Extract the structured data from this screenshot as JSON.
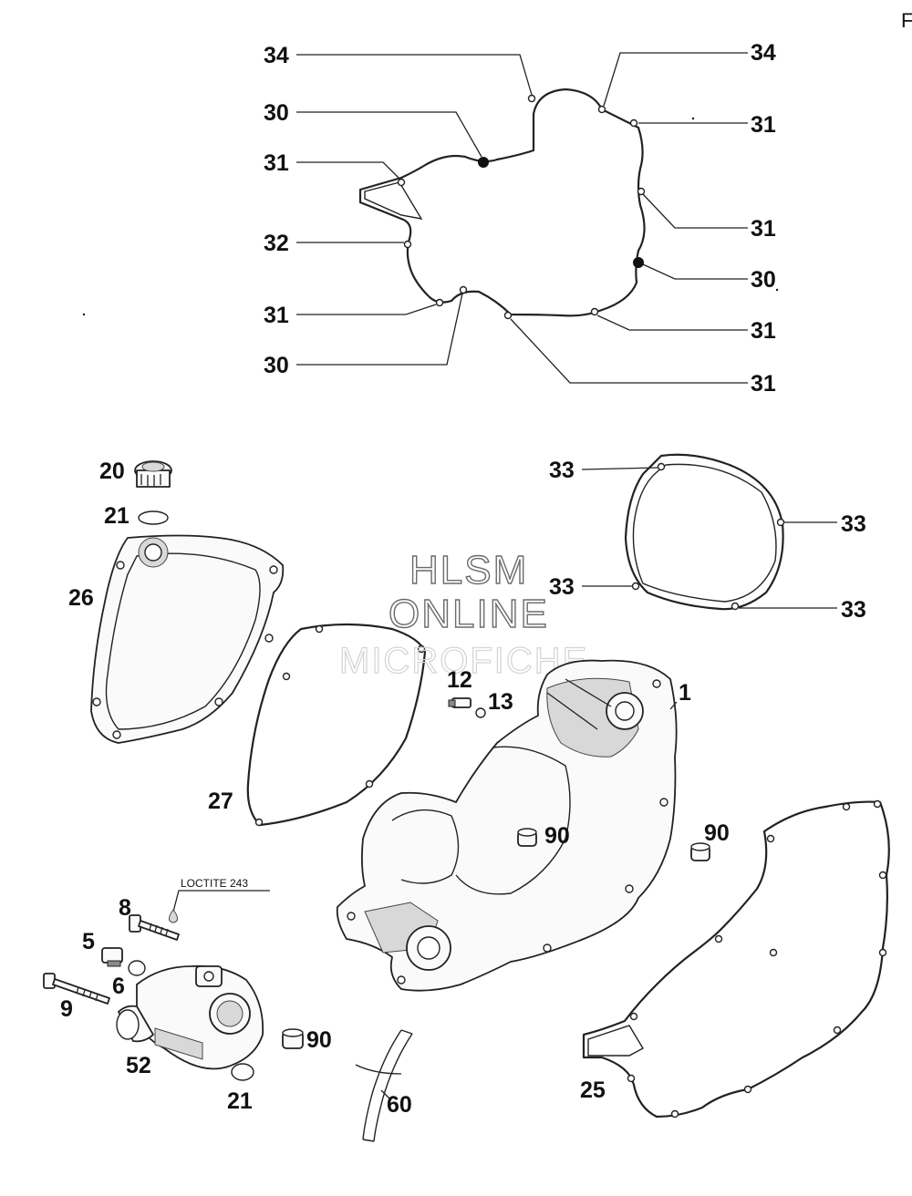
{
  "page": {
    "edge_mark": "F",
    "watermark_lines": [
      "HLSM",
      "ONLINE",
      "MICROFICHE"
    ],
    "note_loctite": "LOCTITE 243"
  },
  "callouts": {
    "c34_left": "34",
    "c34_right": "34",
    "c30_upper": "30",
    "c31_upper_left": "31",
    "c31_right_1": "31",
    "c32": "32",
    "c31_right_2": "31",
    "c30_right": "30",
    "c31_lower_left": "31",
    "c31_right_3": "31",
    "c30_lower": "30",
    "c31_right_4": "31",
    "c20": "20",
    "c21_top": "21",
    "c26": "26",
    "c33_top": "33",
    "c33_right": "33",
    "c33_left": "33",
    "c33_lower_right": "33",
    "c12": "12",
    "c13": "13",
    "c1": "1",
    "c27": "27",
    "c90_center": "90",
    "c90_right": "90",
    "c8": "8",
    "c5": "5",
    "c6": "6",
    "c9": "9",
    "c90_lower": "90",
    "c52": "52",
    "c21_bottom": "21",
    "c60": "60",
    "c25": "25"
  }
}
